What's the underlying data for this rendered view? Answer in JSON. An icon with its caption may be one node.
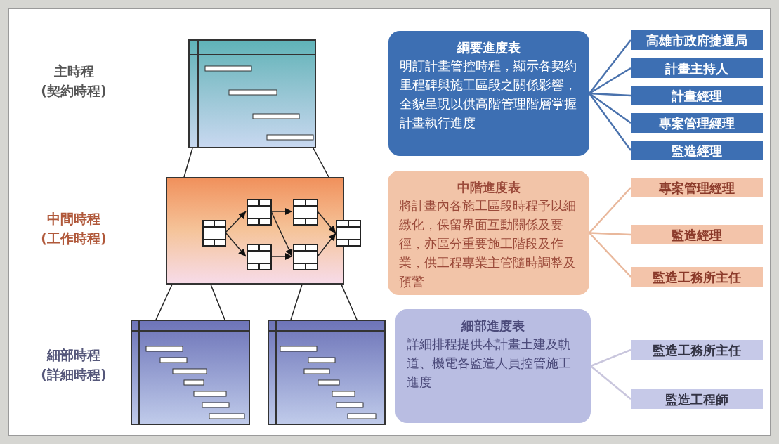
{
  "diagram": {
    "nodes": [
      {
        "text": [],
        "shape": "box"
      },
      {
        "text": [],
        "shape": "box"
      },
      {
        "text": [],
        "shape": "box",
        "in": 1
      },
      {
        "text": [],
        "shape": "box",
        "in": 1
      },
      {
        "text": [],
        "shape": "box",
        "in": 1
      },
      {
        "text": [],
        "shape": "box",
        "in": 1
      },
      {
        "text": [],
        "shape": "box",
        "in": 1
      },
      {
        "text": [],
        "shape": "box"
      },
      {
        "text": [],
        "shape": "box"
      },
      {
        "text": [],
        "shape": "box"
      },
      {
        "text": [
          "綱要進度表",
          "明訂計畫管控時程，顯示各契約里程碑與施工區段之關係影響，全貌呈現以供高階管理階層掌握計畫執行進度"
        ]
      },
      {
        "text": [
          "高雄市政府捷運局"
        ]
      },
      {
        "text": [
          "計畫主持人"
        ]
      },
      {
        "text": [
          "計畫經理"
        ]
      },
      {
        "text": [
          "專案管理經理"
        ]
      },
      {
        "text": [
          "監造經理"
        ]
      },
      {
        "text": [
          "中階進度表",
          "將計畫內各施工區段時程予以細緻化，保留界面互動關係及要徑，亦區分重要施工階段及作業，供工程專業主管隨時調整及預警"
        ]
      },
      {
        "text": [
          "專案管理經理"
        ]
      },
      {
        "text": [
          "監造經理"
        ]
      },
      {
        "text": [
          "監造工務所主任"
        ]
      },
      {
        "text": [
          "細部進度表",
          "詳細排程提供本計畫土建及軌道、機電各監造人員控管施工進度"
        ]
      },
      {
        "text": [
          "監造工務所主任"
        ]
      },
      {
        "text": [
          "監造工程師"
        ]
      }
    ],
    "edges": [
      {
        "from": 2,
        "to": 3,
        "arrow": "to"
      },
      {
        "from": 2,
        "to": 4,
        "arrow": "to"
      },
      {
        "from": 3,
        "to": 5,
        "arrow": "to"
      },
      {
        "from": 3,
        "to": 6,
        "arrow": "to"
      },
      {
        "from": 4,
        "to": 6,
        "arrow": "to"
      },
      {
        "from": 5,
        "to": 7,
        "arrow": "to"
      },
      {
        "from": 6,
        "to": 7,
        "arrow": "to"
      },
      {
        "from": 0,
        "to": 1,
        "arrow": "none"
      },
      {
        "from": 0,
        "to": 1,
        "arrow": "none"
      },
      {
        "from": 1,
        "to": 8,
        "arrow": "none"
      },
      {
        "from": 1,
        "to": 8,
        "arrow": "none"
      },
      {
        "from": 1,
        "to": 9,
        "arrow": "none"
      },
      {
        "from": 1,
        "to": 9,
        "arrow": "none"
      },
      {
        "from": 10,
        "to": 11,
        "arrow": "none",
        "color": "#4a72ad"
      },
      {
        "from": 10,
        "to": 12,
        "arrow": "none",
        "color": "#4a72ad"
      },
      {
        "from": 10,
        "to": 13,
        "arrow": "none",
        "color": "#4a72ad"
      },
      {
        "from": 10,
        "to": 14,
        "arrow": "none",
        "color": "#4a72ad"
      },
      {
        "from": 10,
        "to": 15,
        "arrow": "none",
        "color": "#4a72ad"
      },
      {
        "from": 16,
        "to": 17,
        "arrow": "none",
        "color": "#e9b89c"
      },
      {
        "from": 16,
        "to": 18,
        "arrow": "none",
        "color": "#e9b89c"
      },
      {
        "from": 16,
        "to": 19,
        "arrow": "none",
        "color": "#e9b89c"
      },
      {
        "from": 20,
        "to": 21,
        "arrow": "none",
        "color": "#c9c6dd"
      },
      {
        "from": 20,
        "to": 22,
        "arrow": "none",
        "color": "#c9c6dd"
      }
    ],
    "labels": [
      "主時程",
      "(契約時程)",
      "中間時程",
      "(工作時程)",
      "細部時程",
      "(詳細時程)"
    ]
  }
}
